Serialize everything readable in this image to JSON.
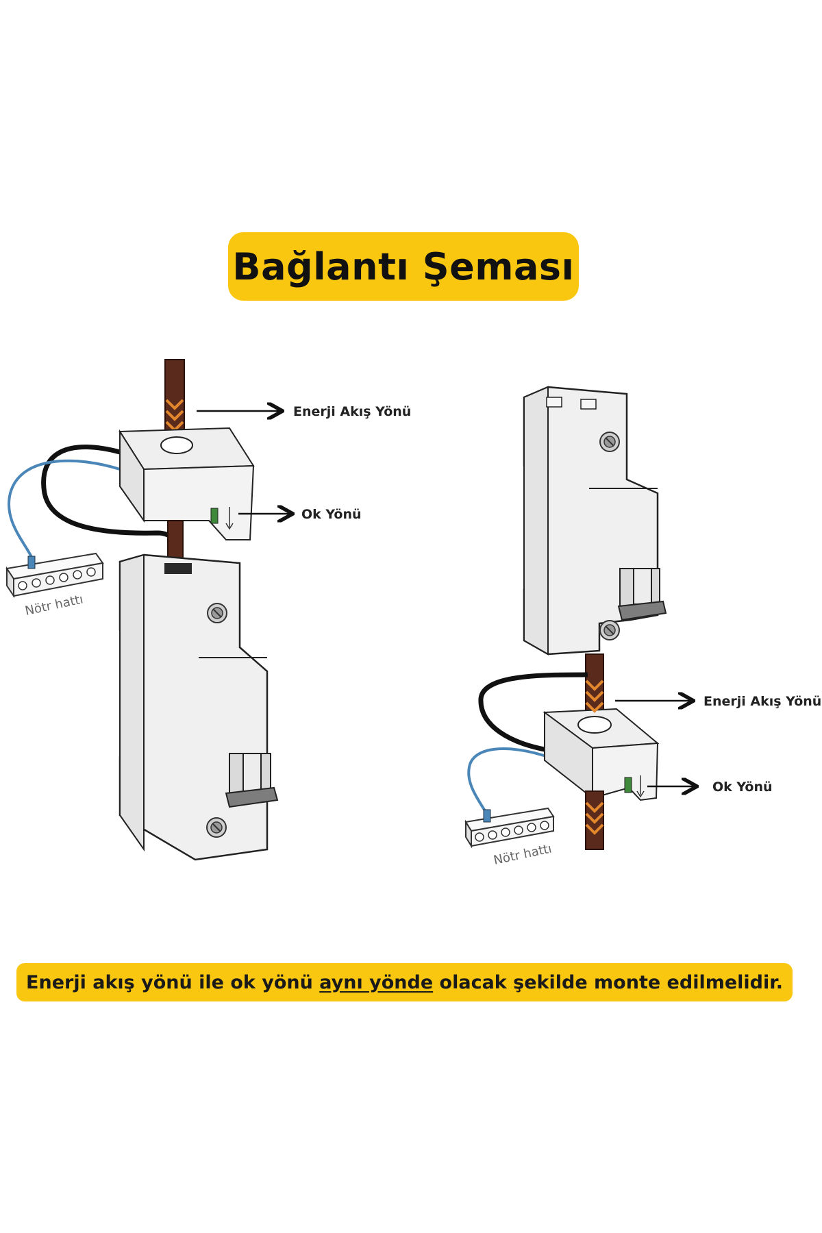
{
  "title": "Bağlantı Şeması",
  "labels": {
    "energy_flow": "Enerji Akış Yönü",
    "arrow_direction": "Ok Yönü",
    "neutral_line": "Nötr hattı"
  },
  "note": {
    "before": "Enerji akış yönü ile ok yönü ",
    "underlined": "aynı yönde",
    "after": " olacak şekilde monte edilmelidir."
  },
  "colors": {
    "accent": "#f9c710",
    "cable_brown": "#5a2a1c",
    "chevron_orange": "#e3872c",
    "neutral_blue": "#4a86b8",
    "indicator_green": "#3e8a3a"
  }
}
